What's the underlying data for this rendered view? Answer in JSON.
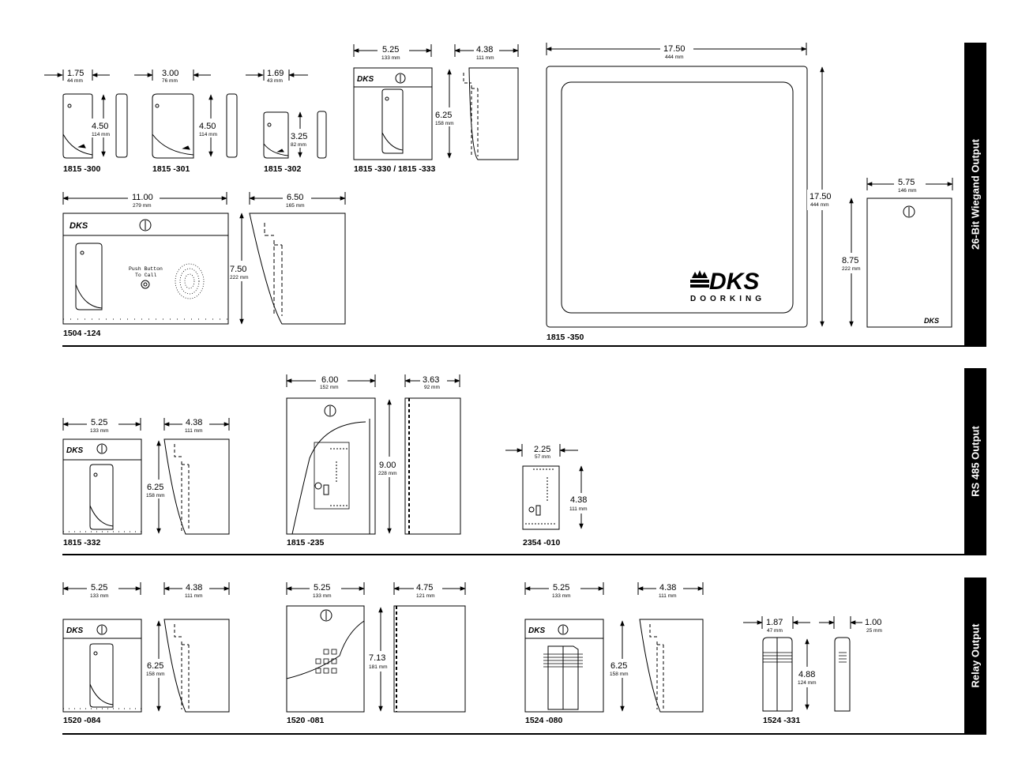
{
  "sections": [
    {
      "label": "26-Bit Wiegand Output"
    },
    {
      "label": "RS 485 Output"
    },
    {
      "label": "Relay Output"
    }
  ],
  "models": {
    "m1815_300": "1815 -300",
    "m1815_301": "1815 -301",
    "m1815_302": "1815 -302",
    "m1815_330": "1815 -330 / 1815 -333",
    "m1504_124": "1504 -124",
    "m1815_350": "1815 -350",
    "m1815_332": "1815 -332",
    "m1815_235": "1815 -235",
    "m2354_010": "2354 -010",
    "m1520_084": "1520 -084",
    "m1520_081": "1520 -081",
    "m1524_080": "1524 -080",
    "m1524_331": "1524 -331"
  },
  "dims": {
    "d1_75": {
      "in": "1.75",
      "mm": "44 mm"
    },
    "d4_50a": {
      "in": "4.50",
      "mm": "114 mm"
    },
    "d3_00": {
      "in": "3.00",
      "mm": "76 mm"
    },
    "d4_50b": {
      "in": "4.50",
      "mm": "114 mm"
    },
    "d1_69": {
      "in": "1.69",
      "mm": "43 mm"
    },
    "d3_25": {
      "in": "3.25",
      "mm": "82 mm"
    },
    "d5_25a": {
      "in": "5.25",
      "mm": "133 mm"
    },
    "d4_38a": {
      "in": "4.38",
      "mm": "111 mm"
    },
    "d6_25a": {
      "in": "6.25",
      "mm": "158 mm"
    },
    "d11_00": {
      "in": "11.00",
      "mm": "279 mm"
    },
    "d6_50": {
      "in": "6.50",
      "mm": "165 mm"
    },
    "d7_50": {
      "in": "7.50",
      "mm": "222 mm"
    },
    "d17_50w": {
      "in": "17.50",
      "mm": "444 mm"
    },
    "d17_50h": {
      "in": "17.50",
      "mm": "444 mm"
    },
    "d5_75": {
      "in": "5.75",
      "mm": "146 mm"
    },
    "d8_75": {
      "in": "8.75",
      "mm": "222 mm"
    },
    "d5_25b": {
      "in": "5.25",
      "mm": "133 mm"
    },
    "d4_38b": {
      "in": "4.38",
      "mm": "111 mm"
    },
    "d6_25b": {
      "in": "6.25",
      "mm": "158 mm"
    },
    "d6_00": {
      "in": "6.00",
      "mm": "152 mm"
    },
    "d3_63": {
      "in": "3.63",
      "mm": "92 mm"
    },
    "d9_00": {
      "in": "9.00",
      "mm": "228 mm"
    },
    "d2_25": {
      "in": "2.25",
      "mm": "57 mm"
    },
    "d4_38c": {
      "in": "4.38",
      "mm": "111 mm"
    },
    "d5_25c": {
      "in": "5.25",
      "mm": "133 mm"
    },
    "d4_38d": {
      "in": "4.38",
      "mm": "111 mm"
    },
    "d6_25c": {
      "in": "6.25",
      "mm": "158 mm"
    },
    "d5_25d": {
      "in": "5.25",
      "mm": "133 mm"
    },
    "d4_75": {
      "in": "4.75",
      "mm": "121 mm"
    },
    "d7_13": {
      "in": "7.13",
      "mm": "181 mm"
    },
    "d5_25e": {
      "in": "5.25",
      "mm": "133 mm"
    },
    "d4_38e": {
      "in": "4.38",
      "mm": "111 mm"
    },
    "d6_25d": {
      "in": "6.25",
      "mm": "158 mm"
    },
    "d1_87": {
      "in": "1.87",
      "mm": "47 mm"
    },
    "d1_00": {
      "in": "1.00",
      "mm": "25 mm"
    },
    "d4_88": {
      "in": "4.88",
      "mm": "124 mm"
    }
  },
  "labels": {
    "brand_small": "DKS",
    "brand_large": "DKS",
    "brand_word": "DOORKING",
    "push_button": "Push Button",
    "to_call": "To Call"
  }
}
